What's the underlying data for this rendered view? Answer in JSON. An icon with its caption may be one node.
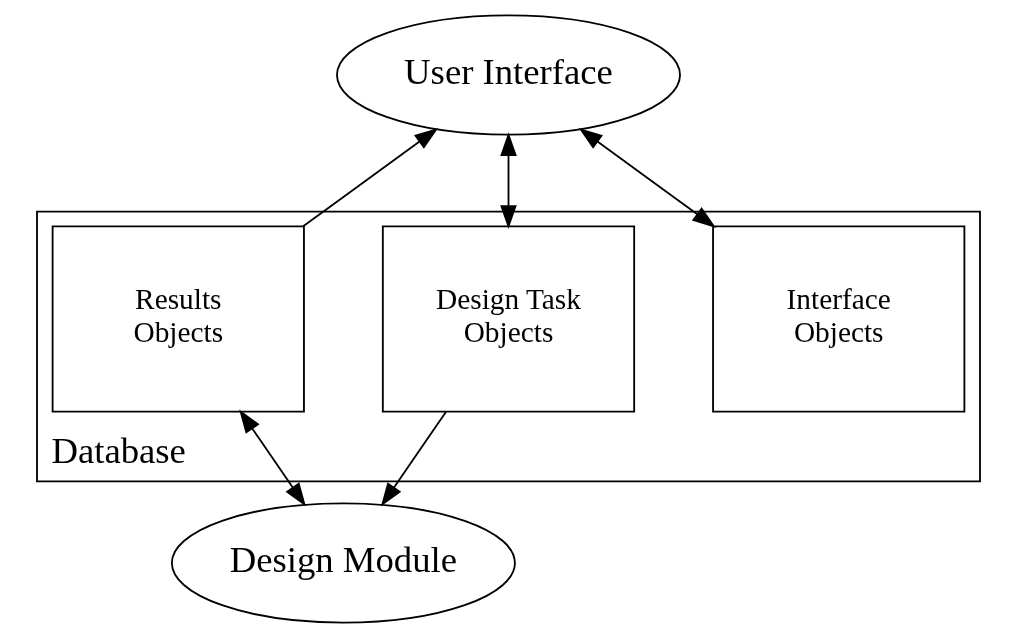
{
  "diagram": {
    "nodes": [
      {
        "text": [
          "User Interface"
        ]
      },
      {
        "text": [
          "Database"
        ]
      },
      {
        "text": [
          "Interface Objects"
        ],
        "in": 1
      },
      {
        "text": [
          "Design Task Objects"
        ],
        "in": 1
      },
      {
        "text": [
          "Results Objects"
        ],
        "in": 1
      },
      {
        "text": [
          "Design Module"
        ]
      }
    ],
    "edges": [
      {
        "from": 0,
        "to": 2,
        "arrow": "both"
      },
      {
        "from": 0,
        "to": 3,
        "arrow": "both"
      },
      {
        "from": 4,
        "to": 0,
        "arrow": "to"
      },
      {
        "from": 3,
        "to": 5,
        "arrow": "to"
      },
      {
        "from": 4,
        "to": 5,
        "arrow": "both"
      }
    ]
  }
}
